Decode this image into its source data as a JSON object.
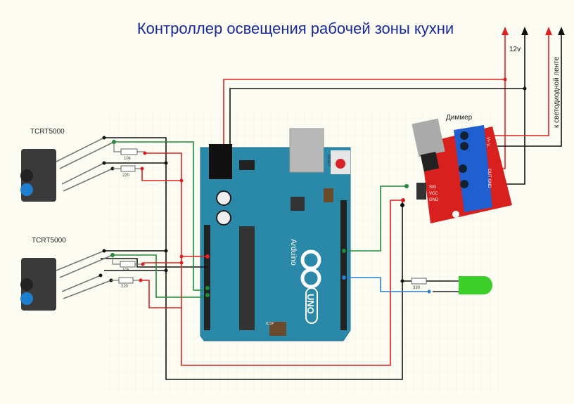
{
  "title": "Контроллер освещения рабочей зоны кухни",
  "power_label": "12v",
  "strip_label": "к светодиодной ленте",
  "dimmer": {
    "label": "Диммер",
    "pins": [
      "SIG",
      "VCC",
      "GND"
    ],
    "terminals_top": "V+ V-",
    "terminals_bottom": "OUT GND"
  },
  "sensors": [
    {
      "label": "TCRT5000",
      "r1": "10k",
      "r2": "220"
    },
    {
      "label": "TCRT5000",
      "r1": "10k",
      "r2": "220"
    }
  ],
  "arduino": {
    "brand": "Arduino",
    "model": "UNO",
    "reset": "RESET",
    "icsp": "ICSP"
  },
  "led": {
    "resistor": "330"
  },
  "colors": {
    "title": "#1a2a9c",
    "wire_red": "#e02020",
    "wire_black": "#111111",
    "wire_green": "#1f8a3a",
    "wire_blue": "#2a7fd0",
    "board": "#2a88a8",
    "dimmer_board": "#d8201e",
    "terminal": "#1f5fd0",
    "led": "#3ccf2a"
  }
}
